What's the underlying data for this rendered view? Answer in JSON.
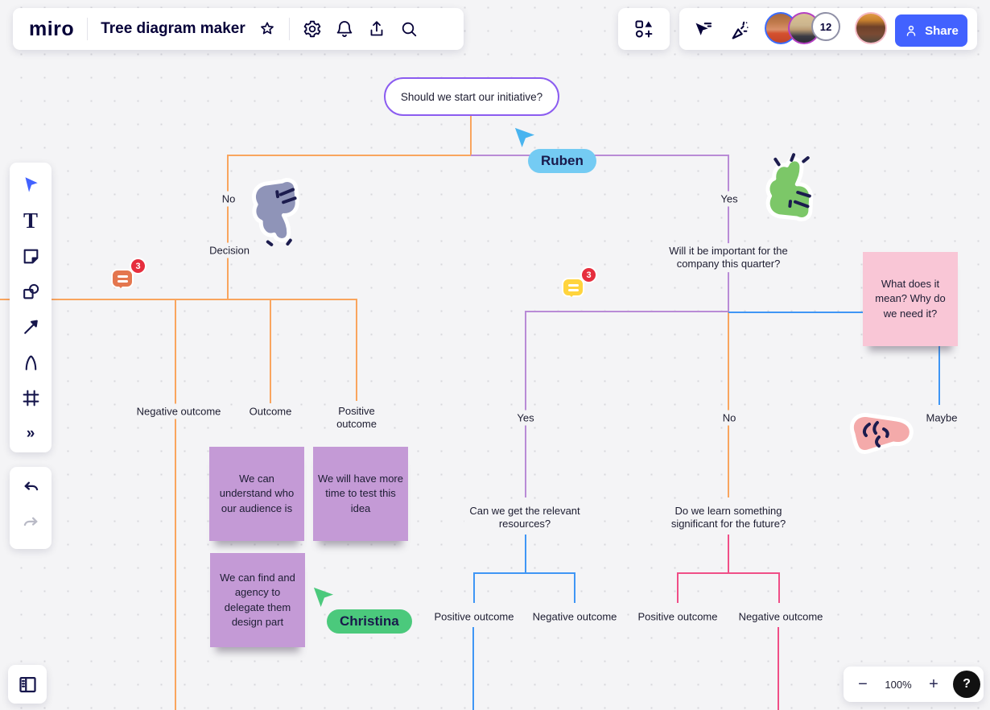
{
  "app": {
    "header": {
      "logo": "miro",
      "board_title": "Tree diagram maker",
      "icons": [
        "star-icon",
        "settings-gear-icon",
        "notifications-bell-icon",
        "export-upload-icon",
        "search-icon"
      ]
    },
    "top_right": {
      "icons": [
        "apps-plus-icon",
        "collaborator-cursors-icon",
        "confetti-reactions-icon"
      ],
      "participants_overflow": "12",
      "share_label": "Share"
    },
    "toolbar": {
      "tools": [
        "select",
        "text",
        "sticky-note",
        "shapes",
        "connection-line",
        "pen",
        "frame",
        "more"
      ],
      "history": [
        "undo",
        "redo"
      ]
    },
    "bottom_left": {
      "icon": "frames-panel-icon"
    },
    "zoom_controls": {
      "zoom_out": "−",
      "zoom_level": "100%",
      "zoom_in": "+",
      "help": "?"
    }
  },
  "board": {
    "root_question": "Should we start our initiative?",
    "left_branch": {
      "label": "No",
      "node": "Decision",
      "outcomes": [
        "Negative outcome",
        "Outcome",
        "Positive outcome"
      ]
    },
    "right_branch": {
      "label": "Yes",
      "question": "Will it be important for the company this quarter?",
      "sub_left": {
        "label": "Yes",
        "question": "Can we get the relevant resources?",
        "outcomes": [
          "Positive outcome",
          "Negative outcome"
        ]
      },
      "sub_right": {
        "label": "No",
        "question": "Do we learn something significant for the future?",
        "outcomes": [
          "Positive outcome",
          "Negative outcome"
        ]
      },
      "sub_maybe": {
        "label": "Maybe"
      }
    },
    "sticky_notes": [
      {
        "text": "We can understand who our audience is",
        "color": "#c49ad6"
      },
      {
        "text": "We will have more time to test this idea",
        "color": "#c49ad6"
      },
      {
        "text": "We can find and agency to delegate them design part",
        "color": "#c49ad6"
      },
      {
        "text": "What does it mean? Why do we need it?",
        "color": "#f9c6d6"
      }
    ],
    "collaborator_cursors": [
      {
        "name": "Ruben",
        "color": "#74cbf3"
      },
      {
        "name": "Christina",
        "color": "#4bc97c"
      }
    ],
    "comment_badges": [
      {
        "count": "3",
        "bubble_color": "#e4764e"
      },
      {
        "count": "3",
        "bubble_color": "#ffd43d"
      }
    ],
    "stamps": [
      "thumbs-down-stamp",
      "thumbs-up-stamp",
      "pointing-hand-stamp"
    ],
    "connector_colors": {
      "orange": "#f9a55e",
      "purple": "#b98bd6",
      "blue": "#3f96f5",
      "pink": "#f04e87"
    },
    "accent_colors": {
      "share_button": "#4262ff",
      "root_border": "#8b5cf0"
    }
  }
}
